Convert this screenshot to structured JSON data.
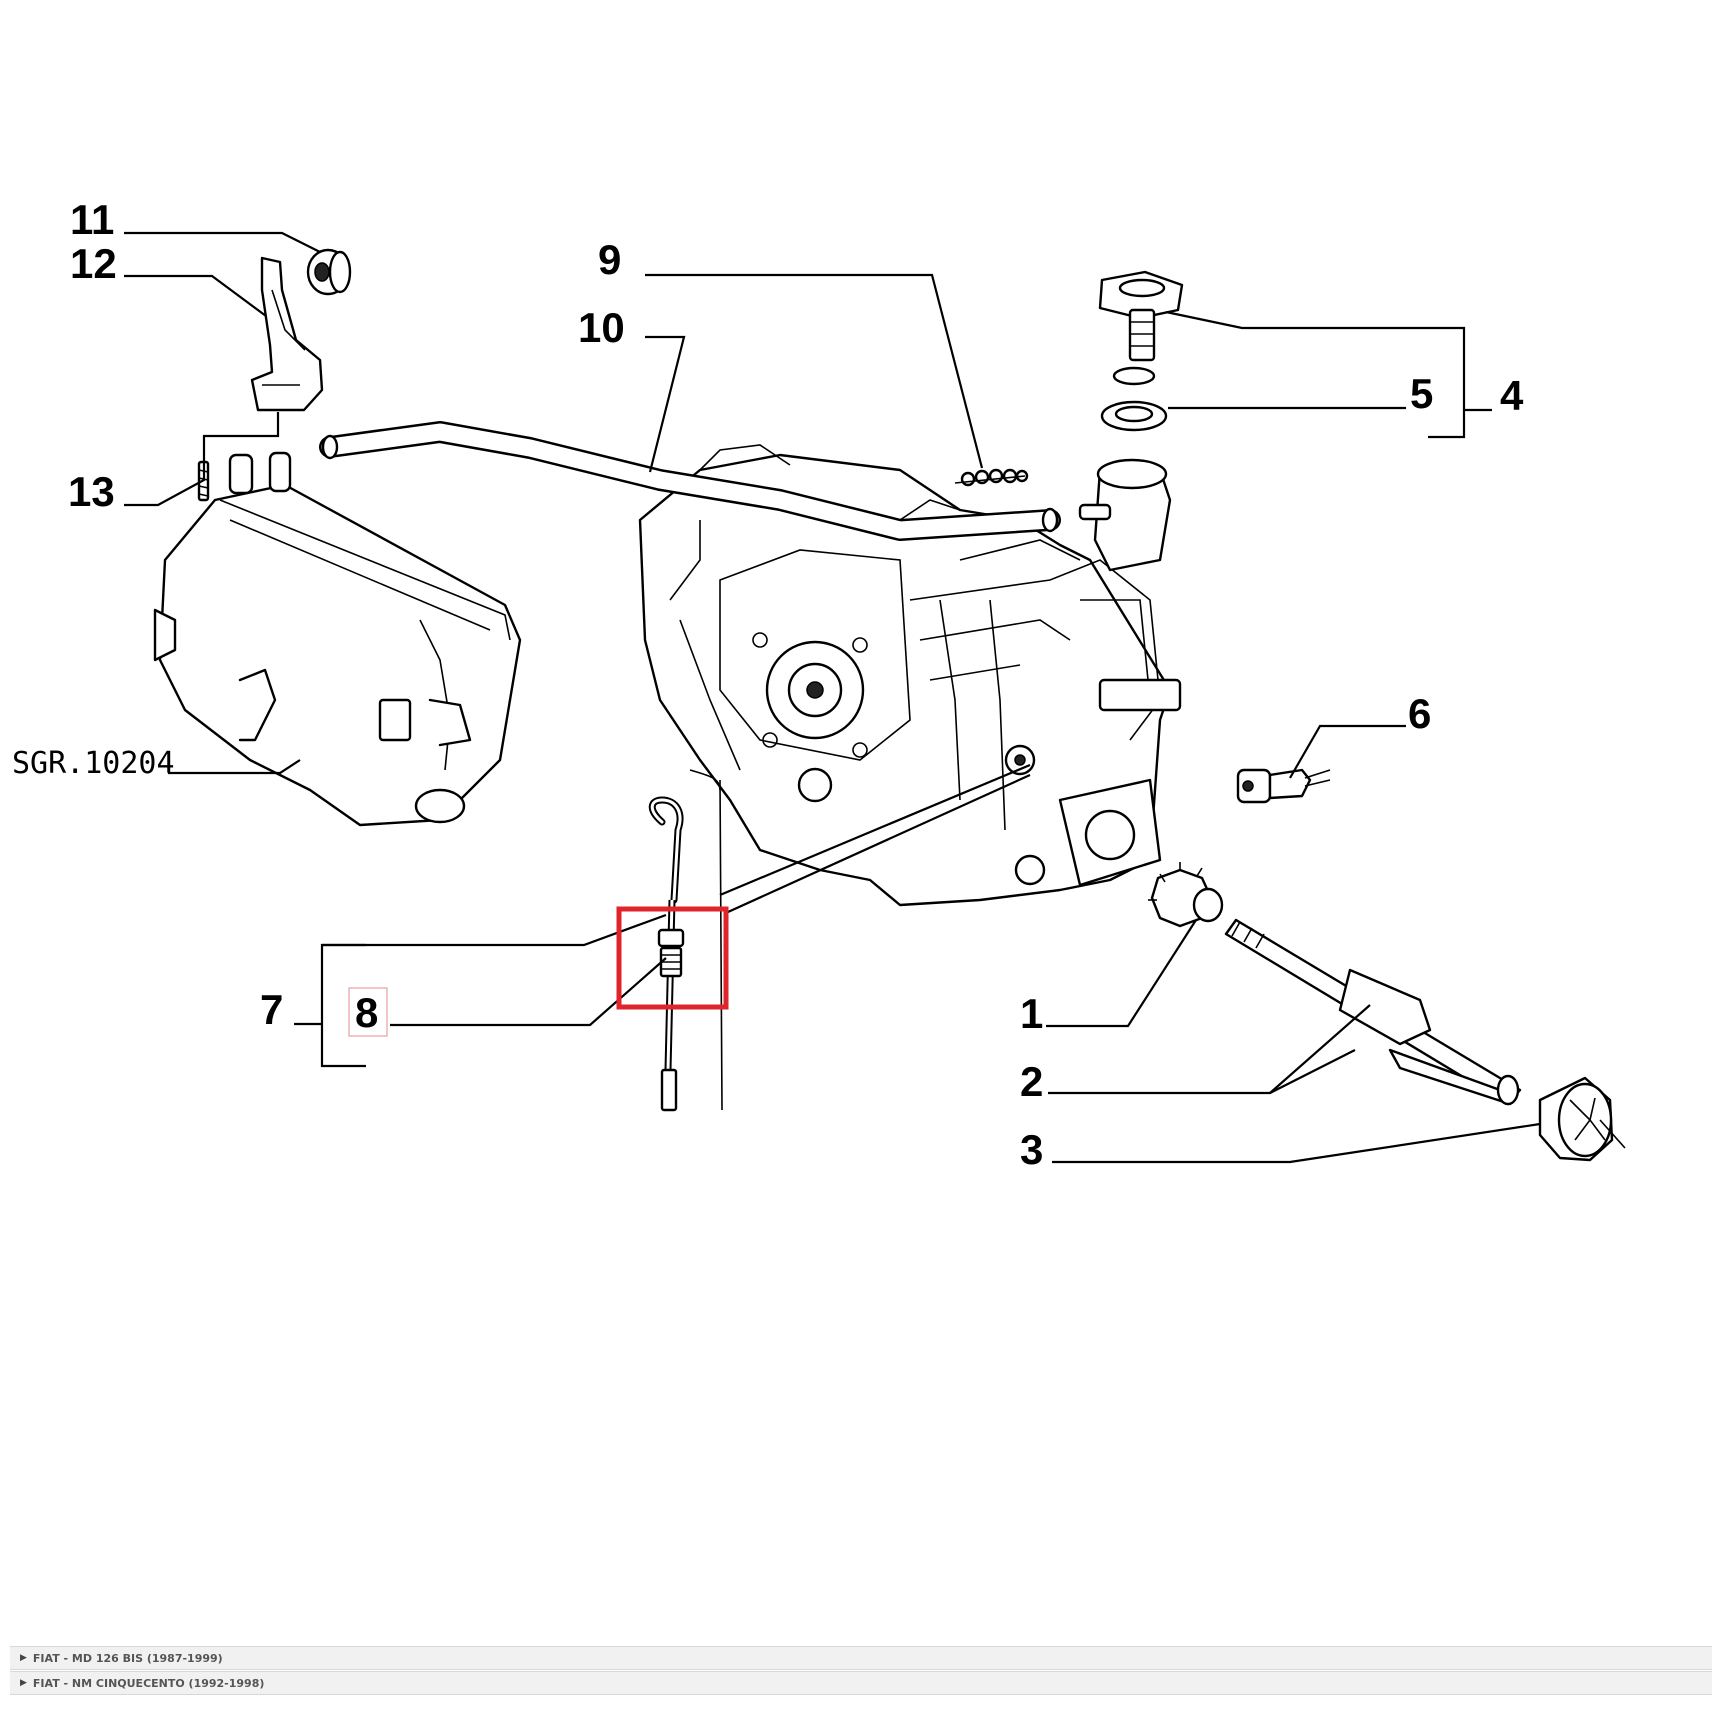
{
  "diagram": {
    "callouts": {
      "n1": "1",
      "n2": "2",
      "n3": "3",
      "n4": "4",
      "n5": "5",
      "n6": "6",
      "n7": "7",
      "n8": "8",
      "n9": "9",
      "n10": "10",
      "n11": "11",
      "n12": "12",
      "n13": "13"
    },
    "reference_label": "SGR.10204",
    "highlighted_part": "8",
    "highlight_color": "#e0242b"
  },
  "models": [
    {
      "label": "FIAT - MD 126 BIS (1987-1999)",
      "icon": "caret-right-icon"
    },
    {
      "label": "FIAT - NM CINQUECENTO (1992-1998)",
      "icon": "caret-right-icon"
    }
  ]
}
